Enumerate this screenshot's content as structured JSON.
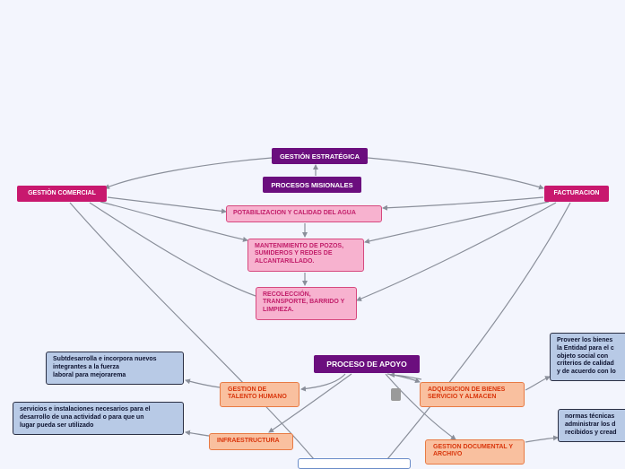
{
  "nodes": {
    "gestion_estrategica": "GESTIÓN ESTRATÉGICA",
    "procesos_misionales": "PROCESOS MISIONALES",
    "gestion_comercial": "GESTIÒN COMERCIAL",
    "facturacion": "FACTURACION",
    "potabilizacion": "POTABILIZACION Y CALIDAD DEL AGUA",
    "mantenimiento": "MANTENIMIENTO DE POZOS, SUMIDEROS Y REDES DE ALCANTARILLADO.",
    "recoleccion": "RECOLECCIÓN, TRANSPORTE, BARRIDO Y LIMPIEZA.",
    "proceso_apoyo": "PROCESO DE APOYO",
    "talento_humano": "GESTION DE TALENTO HUMANO",
    "infraestructura": "INFRAESTRUCTURA",
    "adquisicion": "ADQUISICION DE BIENES SERVICIO Y ALMACEN",
    "gestion_documental": "GESTION DOCUMENTAL Y ARCHIVO",
    "note_talento": "Subtdesarrolla e incorpora nuevos\nintegrantes a la fuerza\nlaboral para mejorarema",
    "note_infra": "servicios e instalaciones necesarios para el\ndesarrollo de una actividad o para que un\nlugar pueda ser utilizado",
    "note_adquisicion": "Proveer los bienes\nla Entidad para el c\nobjeto social con\ncriterios de calidad\ny de acuerdo con lo",
    "note_documental": "normas técnicas\nadministrar los d\nrecibidos y cread"
  },
  "colors": {
    "purple": "#6b0e7e",
    "magenta": "#c8186e",
    "pink": "#f7b2cf",
    "orange": "#f9c09f",
    "blue": "#b8cae6",
    "edge": "#8a8f9a"
  }
}
